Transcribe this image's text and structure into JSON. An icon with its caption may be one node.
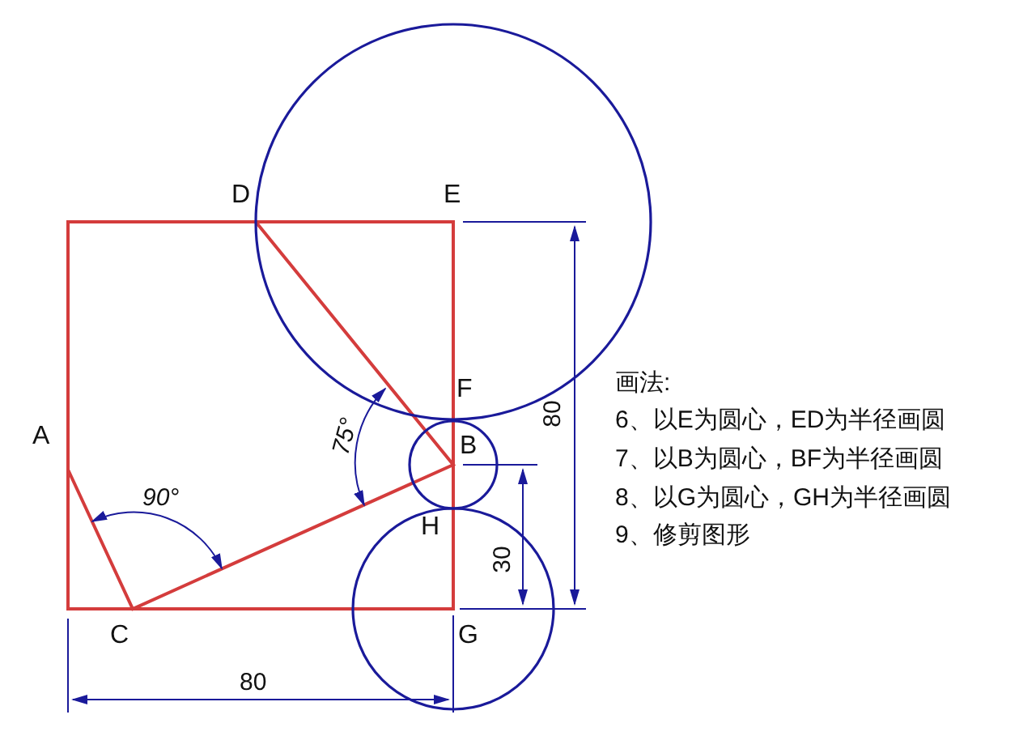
{
  "diagram": {
    "labels": [
      "D",
      "E",
      "F",
      "画法:",
      "A",
      "B",
      "75°",
      "80",
      "6、以E为圆心，ED为半径画圆",
      "7、以B为圆心，BF为半径画圆",
      "90°",
      "8、以G为圆心，GH为半径画圆",
      "H",
      "30",
      "9、修剪图形",
      "C",
      "G",
      "80"
    ]
  }
}
